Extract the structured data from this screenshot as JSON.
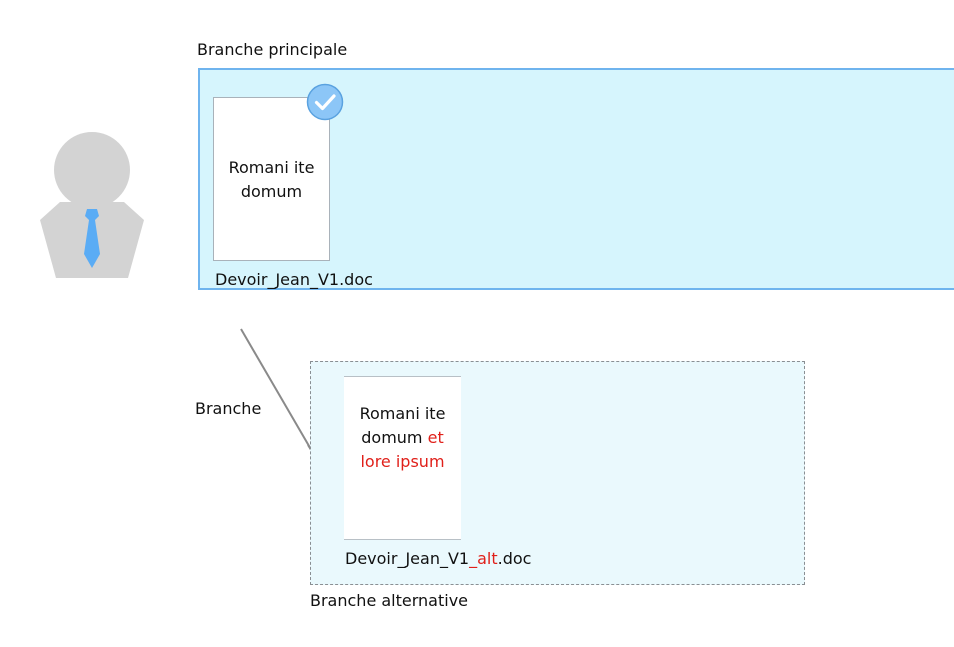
{
  "main_branch": {
    "title": "Branche principale",
    "document": {
      "content": [
        "Romani ite",
        "domum"
      ],
      "filename": "Devoir_Jean_V1.doc"
    }
  },
  "branch_action": {
    "label": "Branche"
  },
  "alt_branch": {
    "title": "Branche alternative",
    "document": {
      "content_line1": "Romani ite",
      "content_line2_base": "domum",
      "content_line2_added": "et",
      "content_line3_added": "lore ipsum",
      "filename_prefix": "Devoir_Jean_V1",
      "filename_added": "_alt",
      "filename_suffix": ".doc"
    }
  },
  "icons": {
    "user": "user-with-tie-icon",
    "check": "check-circle-icon",
    "arrow": "arrow-down-right-icon"
  },
  "colors": {
    "main_fill": "#d6f5fd",
    "main_border": "#6fb4ee",
    "alt_fill": "#eaf9fd",
    "added_text": "#e0201a",
    "tie": "#5aacf5",
    "person": "#d3d3d3"
  }
}
